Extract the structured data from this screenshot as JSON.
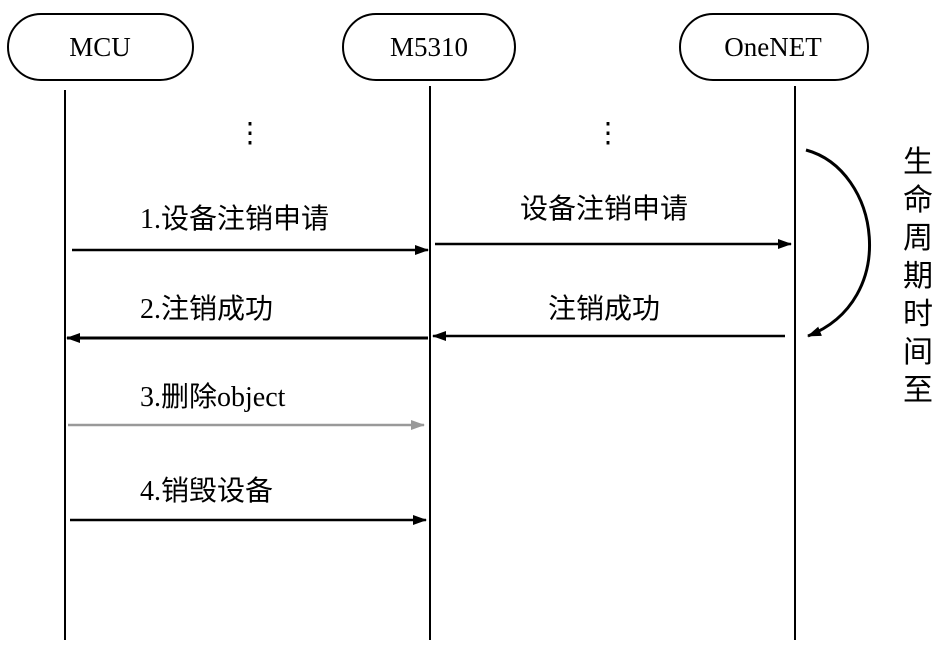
{
  "actors": [
    {
      "name": "MCU"
    },
    {
      "name": "M5310"
    },
    {
      "name": "OneNET"
    }
  ],
  "messages": [
    {
      "label": "1.设备注销申请",
      "color": "#000000"
    },
    {
      "label": "设备注销申请",
      "color": "#000000"
    },
    {
      "label": "2.注销成功",
      "color": "#000000"
    },
    {
      "label": "注销成功",
      "color": "#000000"
    },
    {
      "label": "3.删除object",
      "color": "#999999"
    },
    {
      "label": "4.销毁设备",
      "color": "#000000"
    }
  ],
  "ellipsis": "⋮",
  "side_note": "生命周期时间至"
}
